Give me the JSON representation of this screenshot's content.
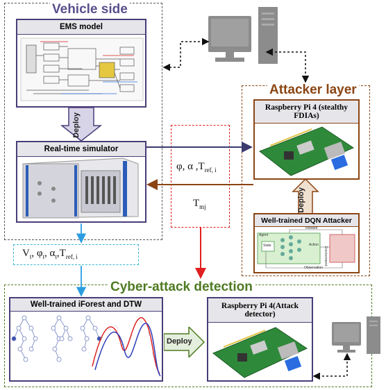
{
  "vehicle": {
    "title": "Vehicle side",
    "ems_label": "EMS model",
    "deploy": "Deploy",
    "sim_label": "Real-time simulator"
  },
  "attacker": {
    "title": "Attacker layer",
    "rpi_label": "Raspberry Pi 4 (stealthy FDIAs)",
    "deploy": "Deploy",
    "dqn_label": "Well-trained DQN Attacker",
    "dqn_diagram": {
      "agent": "Agent",
      "state": "State",
      "action": "Action",
      "reward": "Reward",
      "observation": "Observation",
      "environment": "Environment"
    }
  },
  "signals": {
    "attack_inputs": "φ, α ,T",
    "attack_inputs_sub": "ref, i",
    "torque": "T",
    "torque_sub": "mj",
    "measured": "V",
    "measured_sub": "t",
    "measured_rest": ", φ",
    "measured_rest_sub": "t",
    "measured_alpha": ", α",
    "measured_alpha_sub": "t",
    "measured_tail": ",T",
    "measured_tail_sub": "ref, i"
  },
  "detection": {
    "title": "Cyber-attack detection",
    "iforest_label": "Well-trained iForest and DTW",
    "deploy": "Deploy",
    "detector_label": "Raspberry Pi 4(Attack detector)"
  },
  "colors": {
    "vehicle_title": "#5a4e8c",
    "attacker_title": "#8b4513",
    "detection_title": "#4e7a22",
    "panel_border": "#4a3d78",
    "red": "#e02020",
    "blue_arrow": "#2b9de0",
    "cyan_box": "#38b6d8",
    "brown_arrow": "#8b4513",
    "navy_arrow": "#3b3a6e"
  }
}
